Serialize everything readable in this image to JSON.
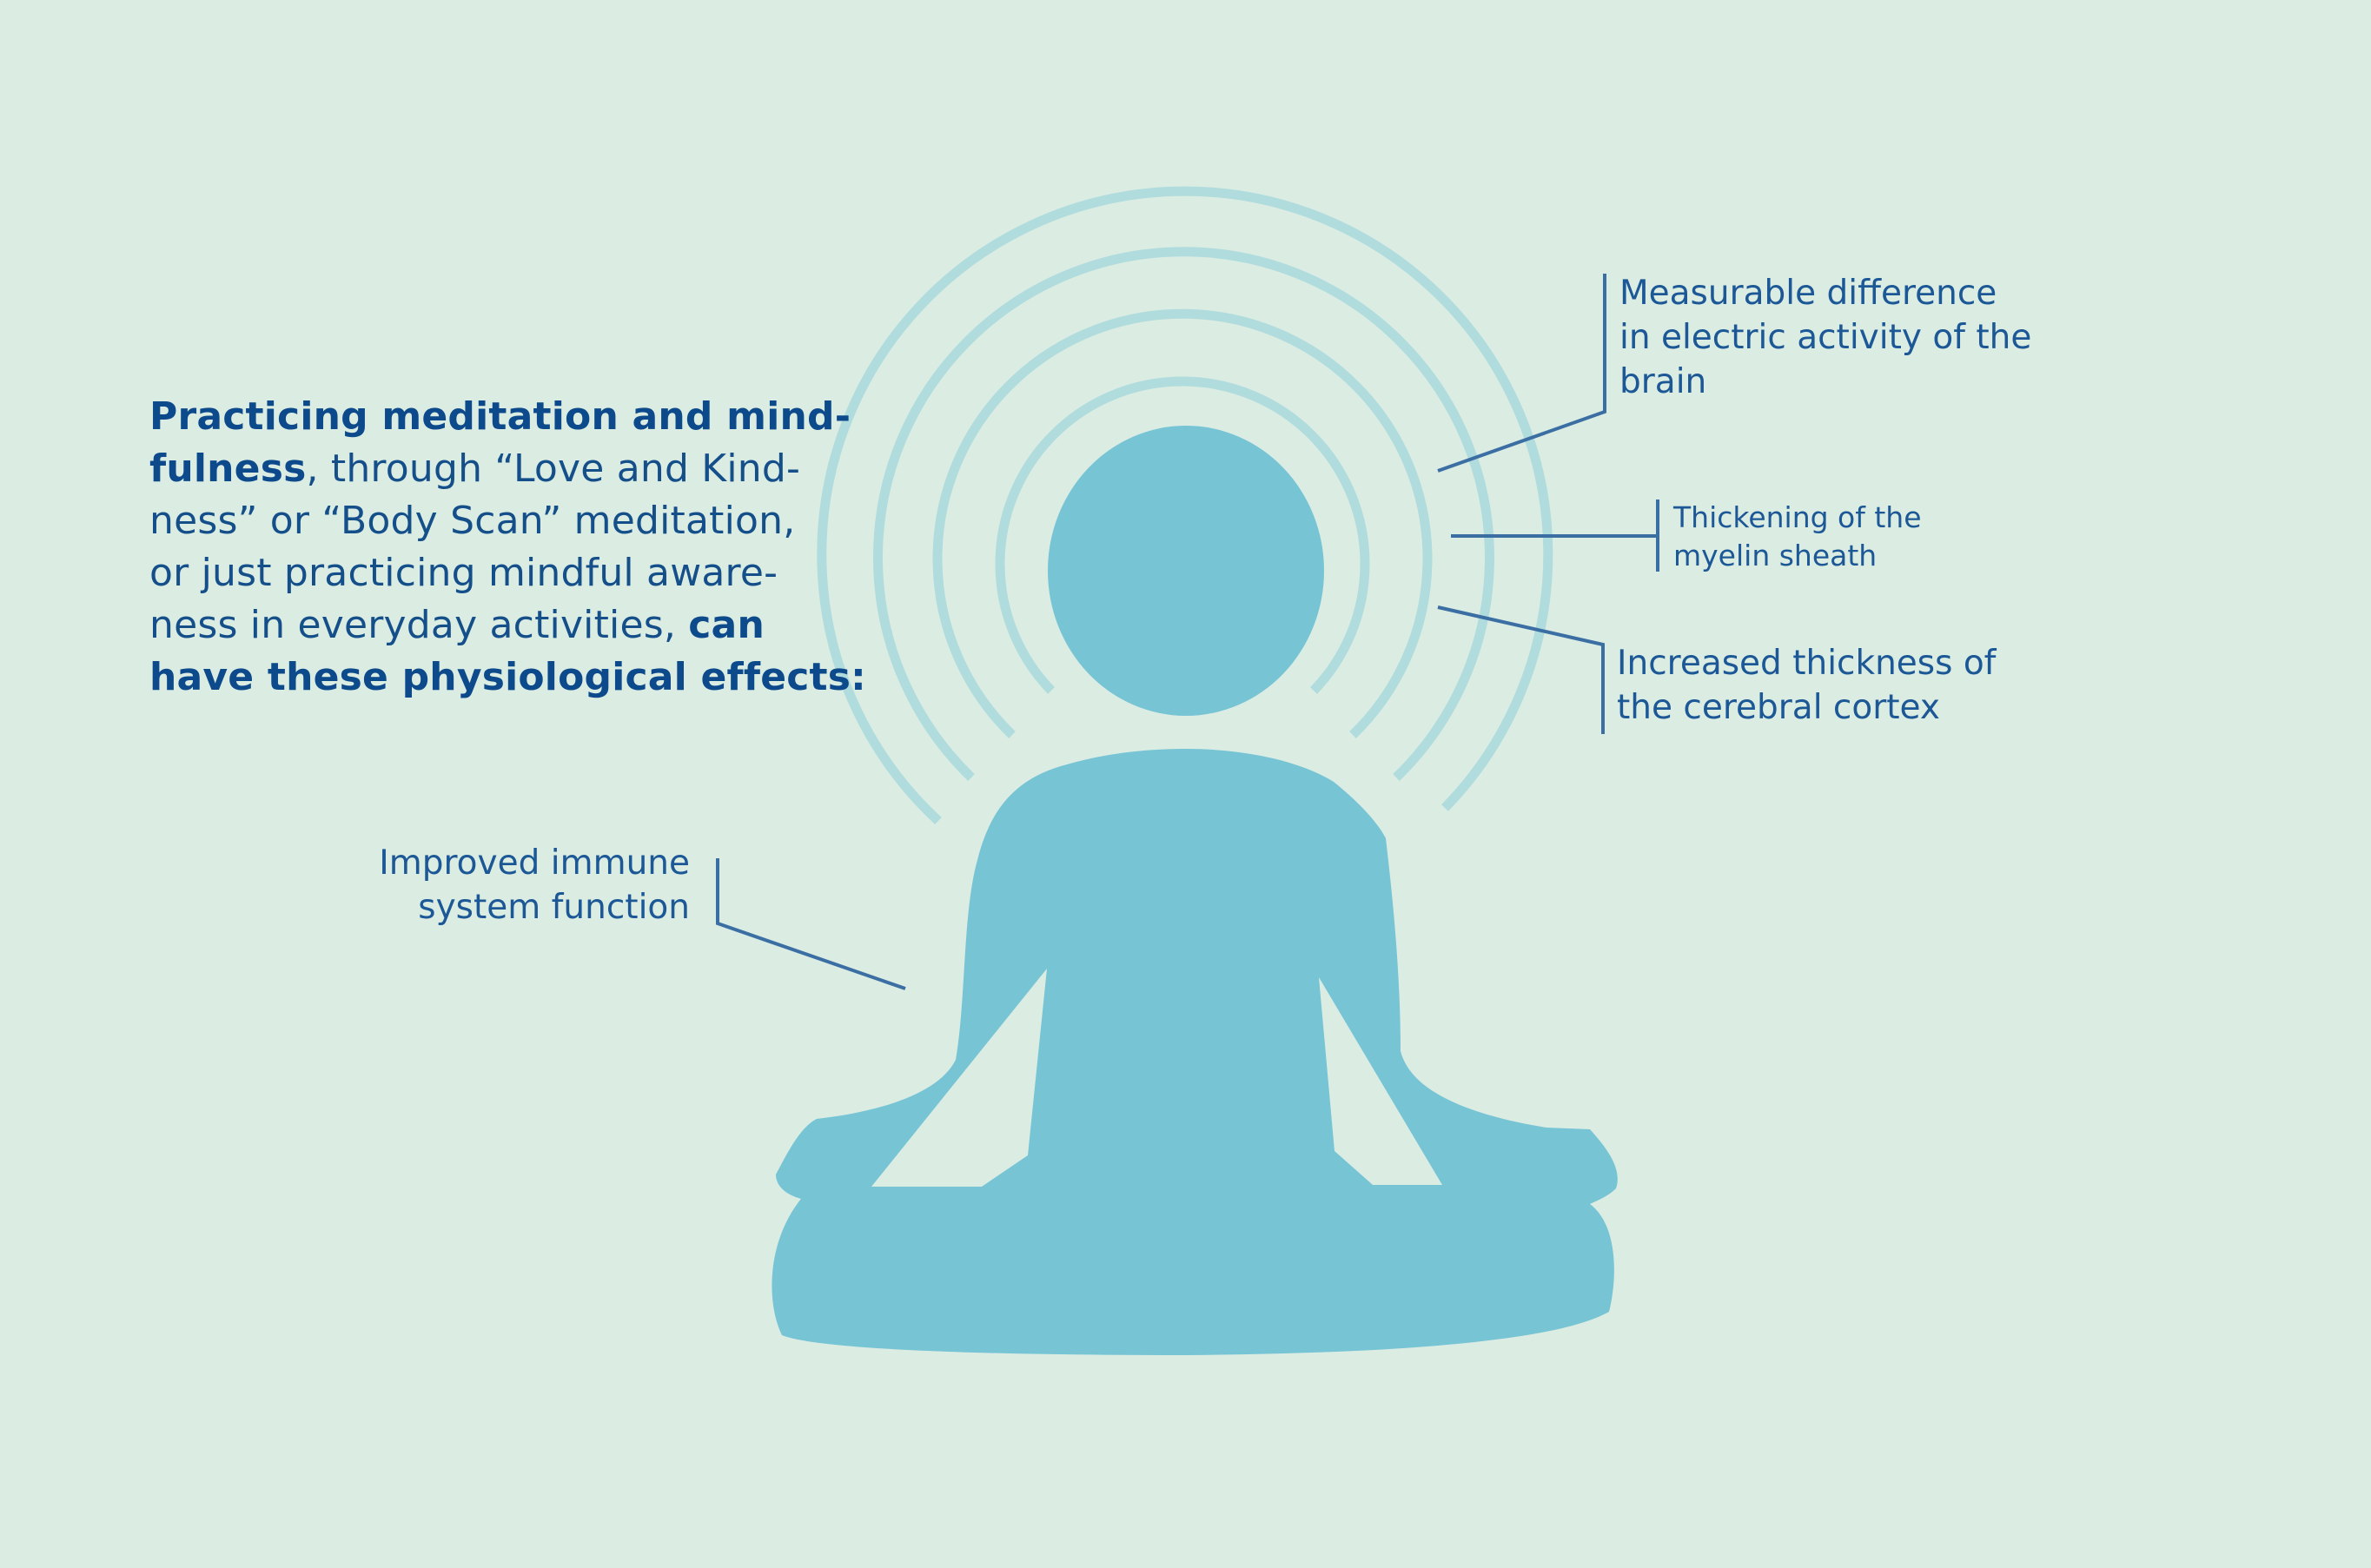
{
  "intro": {
    "line1_bold": "Practicing meditation and mind-",
    "line2_bold": "fulness",
    "line2_rest": ", through “Love and Kind-",
    "line3": "ness” or “Body Scan” meditation,",
    "line4": "or just practicing mindful aware-",
    "line5_rest": "ness in everyday activities, ",
    "line5_bold": "can",
    "line6_bold": "have these physiological effects:"
  },
  "effects": {
    "brain_activity": [
      "Measurable difference",
      "in electric activity of the",
      "brain"
    ],
    "myelin": [
      "Thickening of the",
      "myelin sheath"
    ],
    "cortex": [
      "Increased thickness of",
      "the cerebral cortex"
    ],
    "immune": [
      "Improved immune",
      "system function"
    ]
  },
  "colors": {
    "background": "#dbece3",
    "figure": "#77c4d5",
    "rings": "#b1dcdd",
    "text": "#154f8a",
    "callout_lines": "#3b6fa4"
  },
  "icons": {
    "figure": "meditating-person-icon",
    "rings": "brain-wave-rings"
  }
}
